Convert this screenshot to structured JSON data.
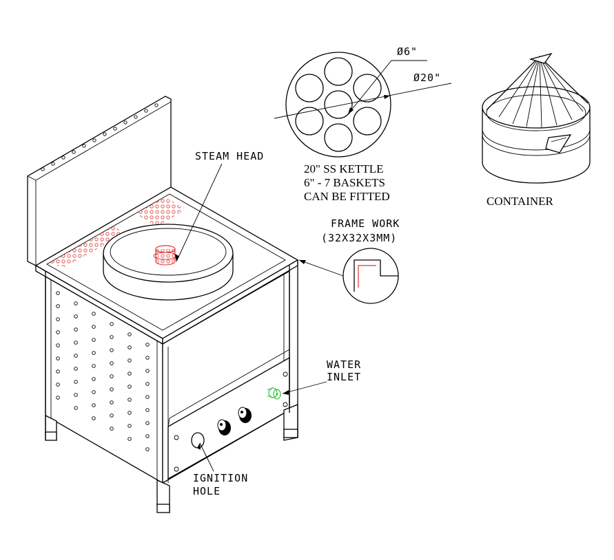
{
  "labels": {
    "steam_head": "STEAM HEAD",
    "dia_basket": "Ø6\"",
    "dia_kettle": "Ø20\"",
    "kettle_note_1": "20\" SS KETTLE",
    "kettle_note_2": "6\" - 7 BASKETS",
    "kettle_note_3": "CAN BE FITTED",
    "container": "CONTAINER",
    "frame_work_1": "FRAME WORK",
    "frame_work_2": "(32X32X3MM)",
    "water_inlet_1": "WATER",
    "water_inlet_2": "INLET",
    "ignition_hole_1": "IGNITION",
    "ignition_hole_2": "HOLE"
  },
  "colors": {
    "line": "#000000",
    "steam_head": "#e03030",
    "perforation": "#e03030",
    "water_inlet": "#2fbf3f"
  }
}
